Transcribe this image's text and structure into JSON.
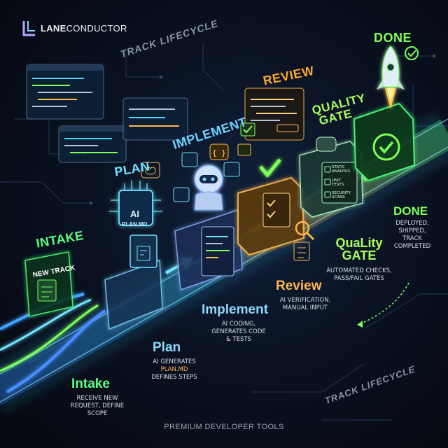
{
  "brand": {
    "name_a": "LANE",
    "name_b": "CONDUCTOR"
  },
  "lifecycle_label": "TRACK LIFECYCLE",
  "footer": "PREMIUM DEVELOPER TOOLS",
  "stages": {
    "intake": {
      "top_label": "INTAKE",
      "label": "Intake",
      "desc": "RECEIVE NEW REQUEST, DEFINE SCOPE",
      "card": "NEW TRACK"
    },
    "plan": {
      "top_label": "PLAN",
      "label": "Plan",
      "desc_a": "AI GENERATES",
      "desc_b": "PLAN.MD",
      "desc_c": "DEFINES STEPS",
      "chip_ai": "AI",
      "chip_file": "PLAN.MD"
    },
    "implement": {
      "top_label": "IMPLEMENT",
      "label": "Implement",
      "desc": "AI CODING, GENERATES CODE & TESTS"
    },
    "review": {
      "top_label": "REVIEW",
      "label": "Review",
      "desc": "AI VERIFICATION, MANUAL INPUT"
    },
    "quality": {
      "top_label": "QUALITY GATE",
      "label": "QuaLity GATE",
      "desc": "AUTOMATED CHECKS, PASS/FAIL GATES",
      "checks": [
        "STATIC ANALYSIS",
        "UNIT TESTS",
        "SECURITY SCANS"
      ]
    },
    "done": {
      "top_label": "DONE",
      "label": "DONE",
      "desc": "DEPLOYED, SHIPPED, TRACK COMPLETED"
    }
  },
  "colors": {
    "cyan": "#38c8ff",
    "blue": "#4a8dff",
    "orange": "#ffa726",
    "green": "#4cff7a",
    "lime": "#7dff5a"
  },
  "icons": [
    "laneconductor-logo-icon",
    "brain-icon",
    "robot-icon",
    "code-icon",
    "magnifier-icon",
    "checkbox-icon",
    "rocket-icon",
    "checkmark-icon",
    "document-icon",
    "chart-icon"
  ]
}
